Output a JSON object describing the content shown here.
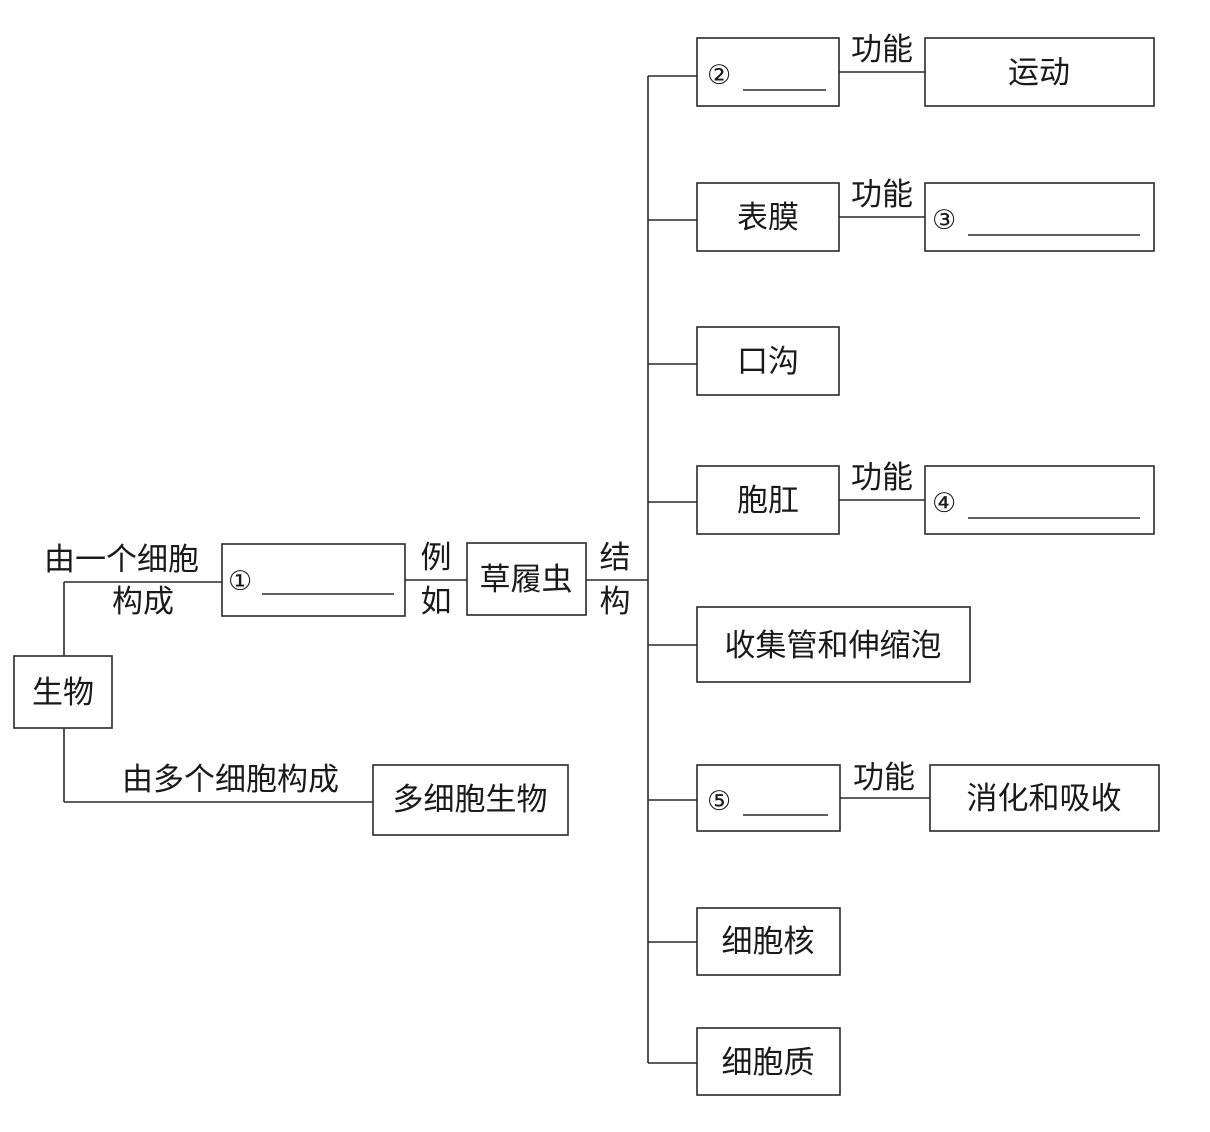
{
  "root": {
    "label": "生物"
  },
  "single_cell_label": [
    "由一个细胞",
    "构成"
  ],
  "multi_cell_label": "由多个细胞构成",
  "multi_cell_box": "多细胞生物",
  "blank1": {
    "marker": "①"
  },
  "example_label": [
    "例",
    "如"
  ],
  "paramecium": {
    "label": "草履虫"
  },
  "structure_label": [
    "结",
    "构"
  ],
  "function_label": "功能",
  "structures": [
    {
      "marker": "②",
      "label": "",
      "function": "运动"
    },
    {
      "marker": "",
      "label": "表膜",
      "function_marker": "③"
    },
    {
      "marker": "",
      "label": "口沟"
    },
    {
      "marker": "",
      "label": "胞肛",
      "function_marker": "④"
    },
    {
      "marker": "",
      "label": "收集管和伸缩泡"
    },
    {
      "marker": "⑤",
      "label": "",
      "function": "消化和吸收"
    },
    {
      "marker": "",
      "label": "细胞核"
    },
    {
      "marker": "",
      "label": "细胞质"
    }
  ]
}
